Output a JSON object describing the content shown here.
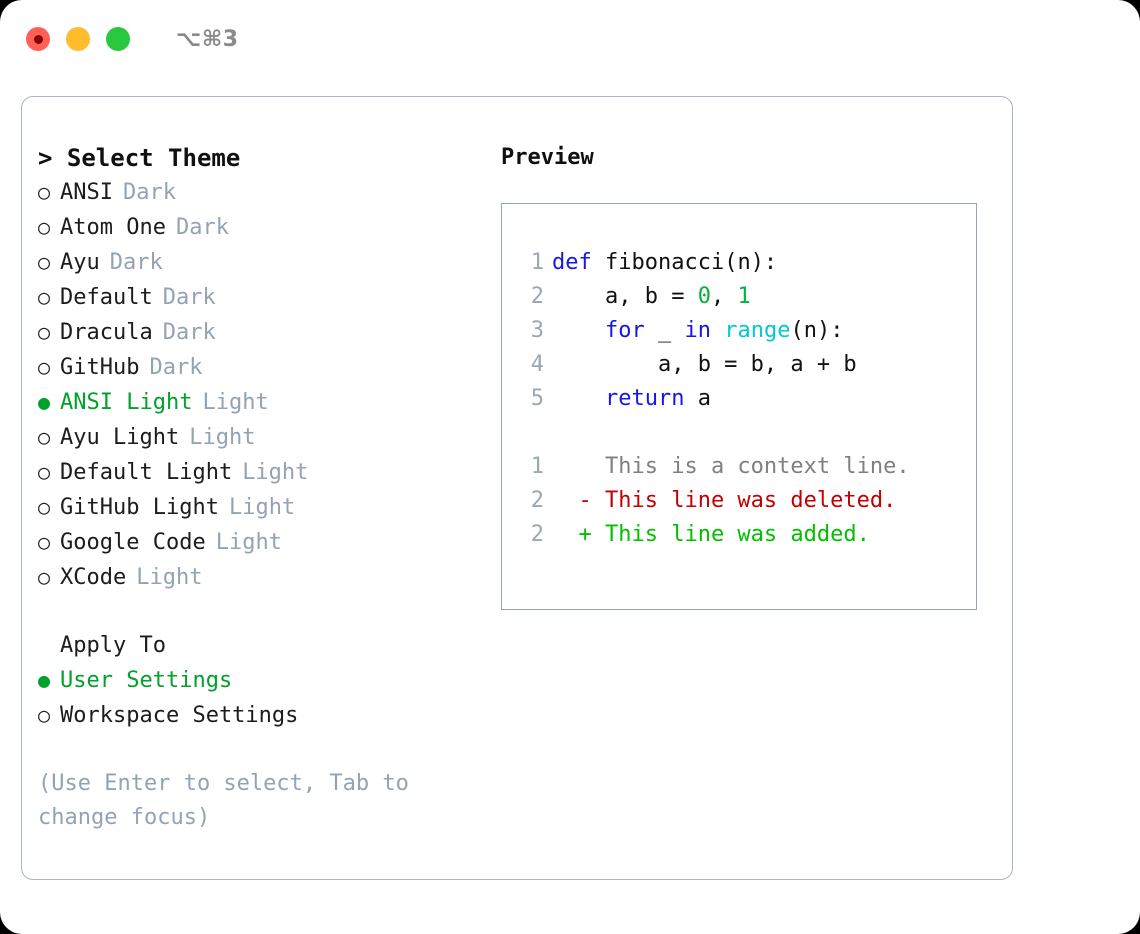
{
  "window": {
    "title": "⌥⌘3",
    "traffic_lights": [
      {
        "name": "close",
        "color": "#ff6058",
        "recording": true
      },
      {
        "name": "minimize",
        "color": "#ffbd2e",
        "recording": false
      },
      {
        "name": "maximize",
        "color": "#28c840",
        "recording": false
      }
    ]
  },
  "colors": {
    "accent_green": "#00a12c",
    "dim": "#94a3b4",
    "border": "#aab6c4",
    "preview_border": "#96a5b5",
    "keyword": "#1616ec",
    "builtin": "#00c8d4",
    "number": "#00b33c",
    "diff_add": "#00c000",
    "diff_del": "#c40000",
    "diff_ctx": "#808080"
  },
  "theme_picker": {
    "heading": "> Select Theme",
    "items": [
      {
        "bullet": "○",
        "label": "ANSI",
        "meta": "Dark",
        "selected": false
      },
      {
        "bullet": "○",
        "label": "Atom One",
        "meta": "Dark",
        "selected": false
      },
      {
        "bullet": "○",
        "label": "Ayu",
        "meta": "Dark",
        "selected": false
      },
      {
        "bullet": "○",
        "label": "Default",
        "meta": "Dark",
        "selected": false
      },
      {
        "bullet": "○",
        "label": "Dracula",
        "meta": "Dark",
        "selected": false
      },
      {
        "bullet": "○",
        "label": "GitHub",
        "meta": "Dark",
        "selected": false
      },
      {
        "bullet": "●",
        "label": "ANSI Light",
        "meta": "Light",
        "selected": true
      },
      {
        "bullet": "○",
        "label": "Ayu Light",
        "meta": "Light",
        "selected": false
      },
      {
        "bullet": "○",
        "label": "Default Light",
        "meta": "Light",
        "selected": false
      },
      {
        "bullet": "○",
        "label": "GitHub Light",
        "meta": "Light",
        "selected": false
      },
      {
        "bullet": "○",
        "label": "Google Code",
        "meta": "Light",
        "selected": false
      },
      {
        "bullet": "○",
        "label": "XCode",
        "meta": "Light",
        "selected": false
      }
    ]
  },
  "apply_to": {
    "heading": "Apply To",
    "items": [
      {
        "bullet": "●",
        "label": "User Settings",
        "selected": true
      },
      {
        "bullet": "○",
        "label": "Workspace Settings",
        "selected": false
      }
    ]
  },
  "hint": "(Use Enter to select, Tab to change focus)",
  "preview": {
    "title": "Preview",
    "code": {
      "lines": [
        {
          "number": "1",
          "tokens": [
            {
              "t": "def",
              "c": "kw"
            },
            {
              "t": " fibonacci(n):",
              "c": "plain"
            }
          ]
        },
        {
          "number": "2",
          "tokens": [
            {
              "t": "    a, b = ",
              "c": "plain"
            },
            {
              "t": "0",
              "c": "num"
            },
            {
              "t": ", ",
              "c": "plain"
            },
            {
              "t": "1",
              "c": "num"
            }
          ]
        },
        {
          "number": "3",
          "tokens": [
            {
              "t": "    ",
              "c": "plain"
            },
            {
              "t": "for",
              "c": "kw"
            },
            {
              "t": " _ ",
              "c": "plain"
            },
            {
              "t": "in",
              "c": "kw"
            },
            {
              "t": " ",
              "c": "plain"
            },
            {
              "t": "range",
              "c": "fn"
            },
            {
              "t": "(n):",
              "c": "plain"
            }
          ]
        },
        {
          "number": "4",
          "tokens": [
            {
              "t": "        a, b = b, a + b",
              "c": "plain"
            }
          ]
        },
        {
          "number": "5",
          "tokens": [
            {
              "t": "    ",
              "c": "plain"
            },
            {
              "t": "return",
              "c": "kw"
            },
            {
              "t": " a",
              "c": "plain"
            }
          ]
        }
      ]
    },
    "diff": {
      "lines": [
        {
          "number": "1",
          "marker": " ",
          "text": "This is a context line.",
          "kind": "ctx"
        },
        {
          "number": "2",
          "marker": "-",
          "text": "This line was deleted.",
          "kind": "del"
        },
        {
          "number": "2",
          "marker": "+",
          "text": "This line was added.",
          "kind": "add"
        }
      ]
    }
  }
}
